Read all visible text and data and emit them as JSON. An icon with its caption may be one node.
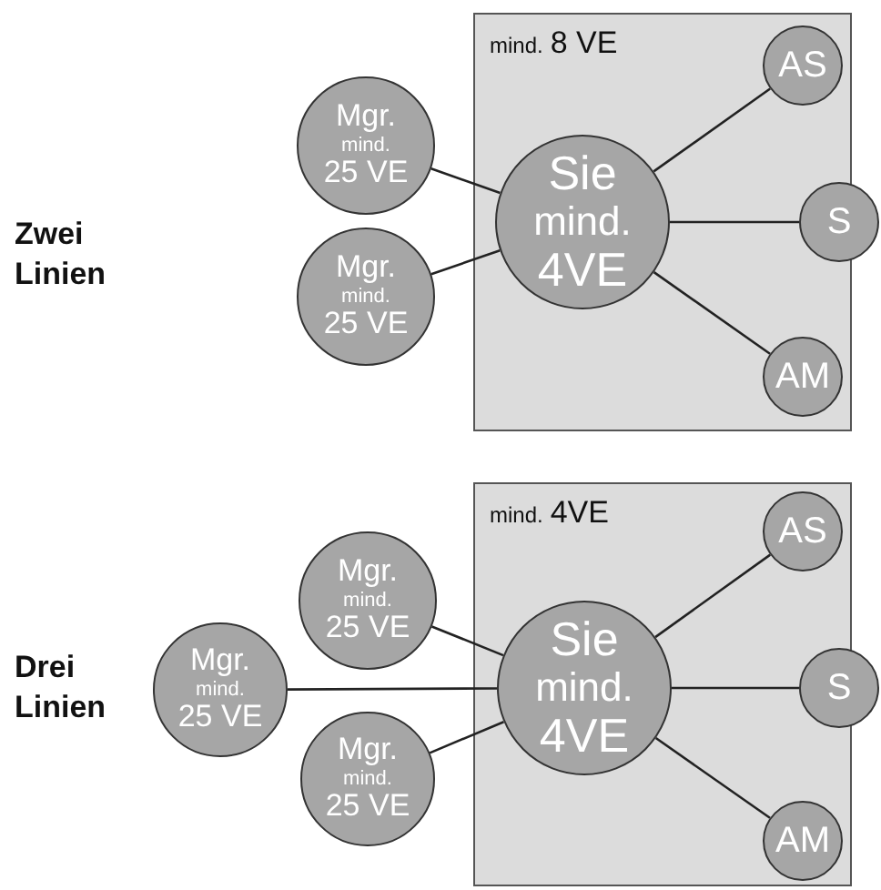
{
  "diagram": {
    "nodes": [
      {
        "text": [
          "mind.",
          "8 VE"
        ]
      },
      {
        "text": [
          "Mgr.",
          "mind.",
          "25 VE"
        ]
      },
      {
        "text": [
          "Mgr.",
          "mind.",
          "25 VE"
        ]
      },
      {
        "text": [
          "Sie",
          "mind.",
          "4VE"
        ],
        "in": 0
      },
      {
        "text": [
          "AS"
        ],
        "in": 0
      },
      {
        "text": [
          "S"
        ],
        "in": 0
      },
      {
        "text": [
          "AM"
        ],
        "in": 0
      },
      {
        "text": [
          "mind.",
          "4VE"
        ]
      },
      {
        "text": [
          "Mgr.",
          "mind.",
          "25 VE"
        ]
      },
      {
        "text": [
          "Mgr.",
          "mind.",
          "25 VE"
        ]
      },
      {
        "text": [
          "Mgr.",
          "mind.",
          "25 VE"
        ]
      },
      {
        "text": [
          "Sie",
          "mind.",
          "4VE"
        ],
        "in": 7
      },
      {
        "text": [
          "AS"
        ],
        "in": 7
      },
      {
        "text": [
          "S"
        ],
        "in": 7
      },
      {
        "text": [
          "AM"
        ],
        "in": 7
      }
    ],
    "edges": [
      {
        "from": 1,
        "to": 3,
        "arrow": "none"
      },
      {
        "from": 2,
        "to": 3,
        "arrow": "none"
      },
      {
        "from": 3,
        "to": 4,
        "arrow": "none"
      },
      {
        "from": 3,
        "to": 5,
        "arrow": "none"
      },
      {
        "from": 3,
        "to": 6,
        "arrow": "none"
      },
      {
        "from": 8,
        "to": 11,
        "arrow": "none"
      },
      {
        "from": 9,
        "to": 11,
        "arrow": "none"
      },
      {
        "from": 10,
        "to": 11,
        "arrow": "none"
      },
      {
        "from": 11,
        "to": 12,
        "arrow": "none"
      },
      {
        "from": 11,
        "to": 13,
        "arrow": "none"
      },
      {
        "from": 11,
        "to": 14,
        "arrow": "none"
      }
    ],
    "labels": [
      "Zwei Linien",
      "Drei Linien"
    ]
  }
}
